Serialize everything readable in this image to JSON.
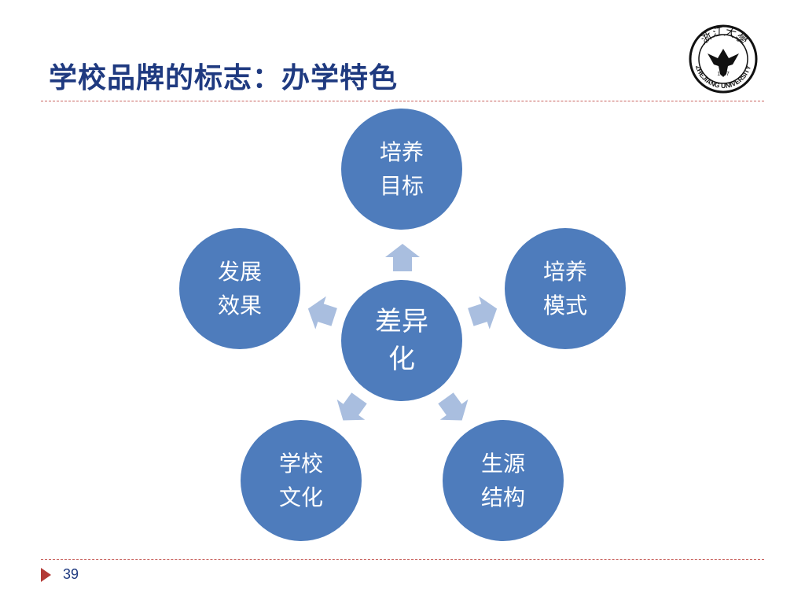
{
  "slide": {
    "title": "学校品牌的标志：办学特色",
    "page_number": "39"
  },
  "logo": {
    "text_top": "浙江大學",
    "year": "1897",
    "text_bottom": "ZHEJIANG UNIVERSITY"
  },
  "diagram": {
    "center": {
      "line1": "差异",
      "line2": "化"
    },
    "nodes": [
      {
        "line1": "培养",
        "line2": "目标"
      },
      {
        "line1": "培养",
        "line2": "模式"
      },
      {
        "line1": "生源",
        "line2": "结构"
      },
      {
        "line1": "学校",
        "line2": "文化"
      },
      {
        "line1": "发展",
        "line2": "效果"
      }
    ]
  },
  "colors": {
    "title": "#1f3a80",
    "node_fill": "#4e7cbc",
    "arrow_fill": "#a9bedf",
    "divider": "#c9635f",
    "footer_arrow": "#b33a36"
  }
}
